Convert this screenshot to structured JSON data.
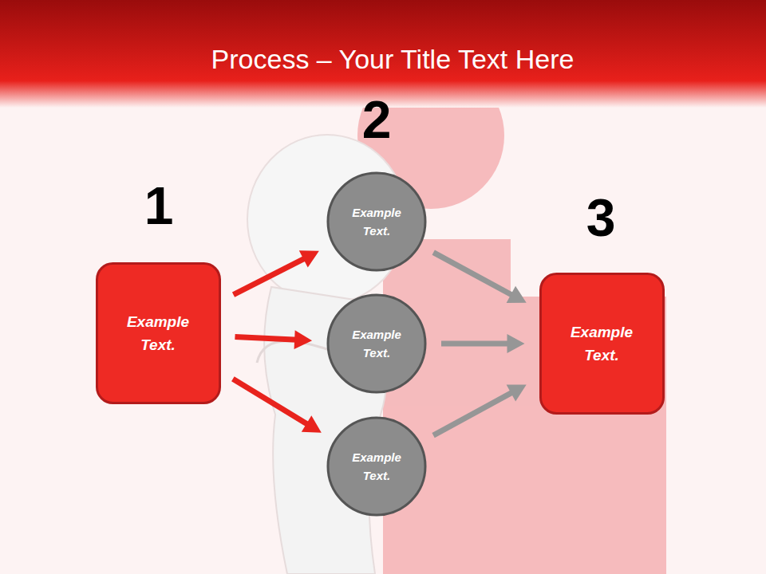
{
  "diagram": {
    "title": "Process – Your Title Text Here",
    "nodes": [
      {
        "text": [
          "Example Text."
        ]
      },
      {
        "text": [
          "Example Text."
        ]
      },
      {
        "text": [
          "Example Text."
        ]
      },
      {
        "text": [
          "Example Text."
        ]
      },
      {
        "text": [
          "Example Text."
        ]
      }
    ],
    "edges": [
      {
        "from": 0,
        "to": 1,
        "arrow": "to"
      },
      {
        "from": 0,
        "to": 2,
        "arrow": "to"
      },
      {
        "from": 0,
        "to": 3,
        "arrow": "to"
      },
      {
        "from": 1,
        "to": 4,
        "arrow": "to"
      },
      {
        "from": 2,
        "to": 4,
        "arrow": "to"
      },
      {
        "from": 3,
        "to": 4,
        "arrow": "to"
      }
    ],
    "labels": [
      "1",
      "2",
      "3"
    ]
  }
}
